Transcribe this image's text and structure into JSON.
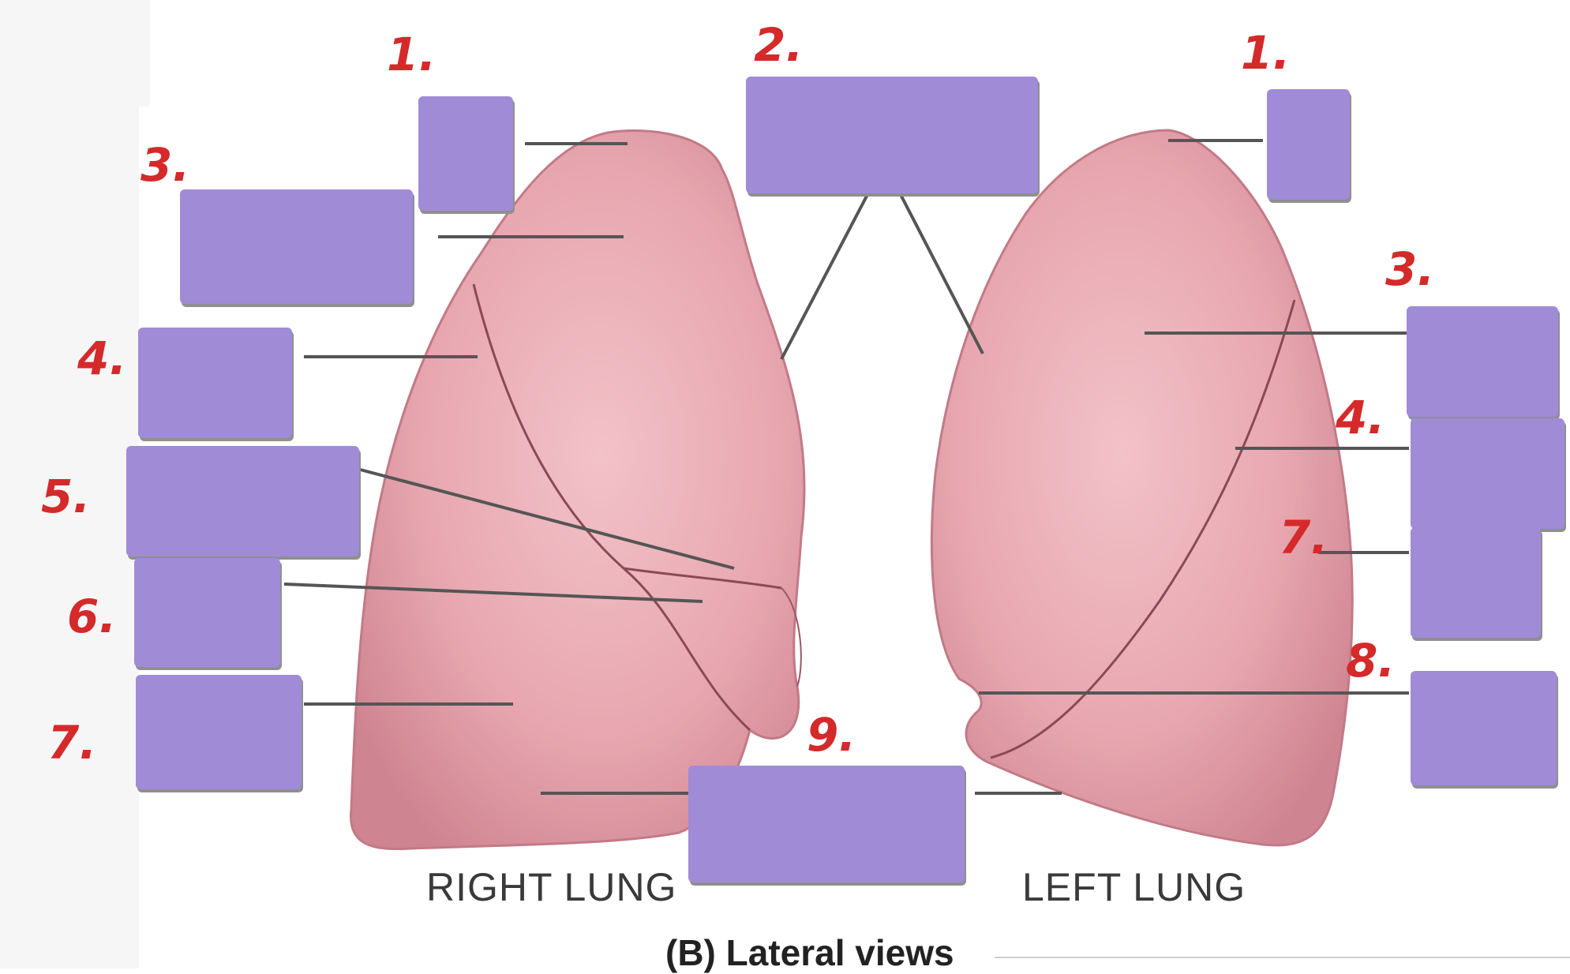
{
  "numbers": {
    "n1_right": "1.",
    "n2": "2.",
    "n1_left": "1.",
    "n3_right": "3.",
    "n3_left": "3.",
    "n4_right": "4.",
    "n4_left": "4.",
    "n5": "5.",
    "n6": "6.",
    "n7_right": "7.",
    "n7_left": "7.",
    "n8": "8.",
    "n9": "9."
  },
  "captions": {
    "right_lung": "RIGHT LUNG",
    "left_lung": "LEFT LUNG",
    "views": "(B) Lateral views"
  },
  "colors": {
    "label_box": "#a08bd6",
    "number": "#d42a2a",
    "lung_fill": "#e7a2ab",
    "lung_shadow": "#c97d89",
    "leader_line": "#555555"
  }
}
